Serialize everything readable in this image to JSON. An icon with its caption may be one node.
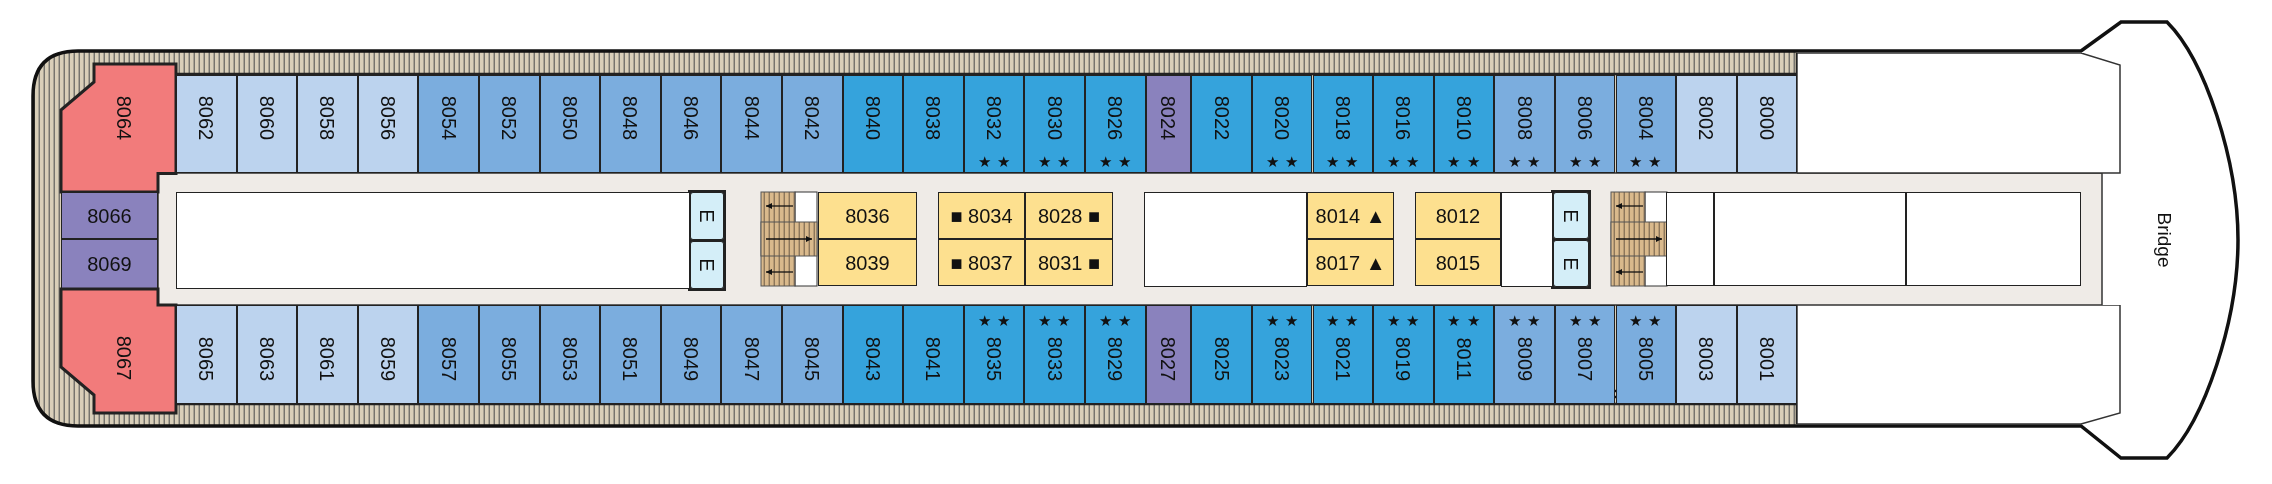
{
  "diagram": {
    "nodes": [
      {
        "text": [
          "8064"
        ]
      },
      {
        "text": [
          "8062"
        ]
      },
      {
        "text": [
          "8060"
        ]
      },
      {
        "text": [
          "8058"
        ]
      },
      {
        "text": [
          "8056"
        ]
      },
      {
        "text": [
          "8054"
        ]
      },
      {
        "text": [
          "8052"
        ]
      },
      {
        "text": [
          "8050"
        ]
      },
      {
        "text": [
          "8048"
        ]
      },
      {
        "text": [
          "8046"
        ]
      },
      {
        "text": [
          "8044"
        ]
      },
      {
        "text": [
          "8042"
        ]
      },
      {
        "text": [
          "8040"
        ]
      },
      {
        "text": [
          "8038"
        ]
      },
      {
        "text": [
          "8032",
          "★ ★"
        ]
      },
      {
        "text": [
          "8030",
          "★ ★"
        ]
      },
      {
        "text": [
          "8026",
          "★ ★"
        ]
      },
      {
        "text": [
          "8024"
        ]
      },
      {
        "text": [
          "8022"
        ]
      },
      {
        "text": [
          "8020",
          "★ ★"
        ]
      },
      {
        "text": [
          "8018",
          "★ ★"
        ]
      },
      {
        "text": [
          "8016",
          "★ ★"
        ]
      },
      {
        "text": [
          "8010",
          "★ ★"
        ]
      },
      {
        "text": [
          "8008",
          "★ ★"
        ]
      },
      {
        "text": [
          "8006",
          "★ ★"
        ]
      },
      {
        "text": [
          "8004",
          "★ ★"
        ]
      },
      {
        "text": [
          "8002"
        ]
      },
      {
        "text": [
          "8000"
        ]
      },
      {
        "text": [
          "8066"
        ]
      },
      {
        "text": [
          "8069"
        ]
      },
      {
        "text": [
          "E"
        ]
      },
      {
        "text": [
          "E"
        ]
      },
      {
        "text": [
          "8036"
        ]
      },
      {
        "text": [
          "8039"
        ]
      },
      {
        "text": [
          "■ 8034"
        ]
      },
      {
        "text": [
          "8028 ■"
        ]
      },
      {
        "text": [
          "■ 8037"
        ]
      },
      {
        "text": [
          "8031 ■"
        ]
      },
      {
        "text": [
          "8014 ▲"
        ]
      },
      {
        "text": [
          "8017 ▲"
        ]
      },
      {
        "text": [
          "8012"
        ]
      },
      {
        "text": [
          "8015"
        ]
      },
      {
        "text": [
          "E"
        ]
      },
      {
        "text": [
          "E"
        ]
      },
      {
        "text": [
          "8067"
        ]
      },
      {
        "text": [
          "8065"
        ]
      },
      {
        "text": [
          "8063"
        ]
      },
      {
        "text": [
          "8061"
        ]
      },
      {
        "text": [
          "8059"
        ]
      },
      {
        "text": [
          "8057"
        ]
      },
      {
        "text": [
          "8055"
        ]
      },
      {
        "text": [
          "8053"
        ]
      },
      {
        "text": [
          "8051"
        ]
      },
      {
        "text": [
          "8049"
        ]
      },
      {
        "text": [
          "8047"
        ]
      },
      {
        "text": [
          "8045"
        ]
      },
      {
        "text": [
          "8043"
        ]
      },
      {
        "text": [
          "8041"
        ]
      },
      {
        "text": [
          "8035",
          "★ ★"
        ]
      },
      {
        "text": [
          "8033",
          "★ ★"
        ]
      },
      {
        "text": [
          "8029",
          "★ ★"
        ]
      },
      {
        "text": [
          "8027"
        ]
      },
      {
        "text": [
          "8025"
        ]
      },
      {
        "text": [
          "8023",
          "★ ★"
        ]
      },
      {
        "text": [
          "8021",
          "★ ★"
        ]
      },
      {
        "text": [
          "8019",
          "★ ★"
        ]
      },
      {
        "text": [
          "8011",
          "★ ★"
        ]
      },
      {
        "text": [
          "8009",
          "★ ★"
        ]
      },
      {
        "text": [
          "8007",
          "★ ★"
        ]
      },
      {
        "text": [
          "8005",
          "★ ★"
        ]
      },
      {
        "text": [
          "8003"
        ]
      },
      {
        "text": [
          "8001"
        ]
      },
      {
        "text": [
          "Bridge"
        ]
      },
      {
        "text": [],
        "shape": "box"
      },
      {
        "text": [],
        "shape": "box"
      },
      {
        "text": [],
        "shape": "box"
      },
      {
        "text": [],
        "shape": "box"
      },
      {
        "text": [],
        "shape": "box"
      },
      {
        "text": [],
        "shape": "box"
      },
      {
        "text": [],
        "shape": "box"
      },
      {
        "text": [],
        "shape": "box"
      }
    ]
  }
}
